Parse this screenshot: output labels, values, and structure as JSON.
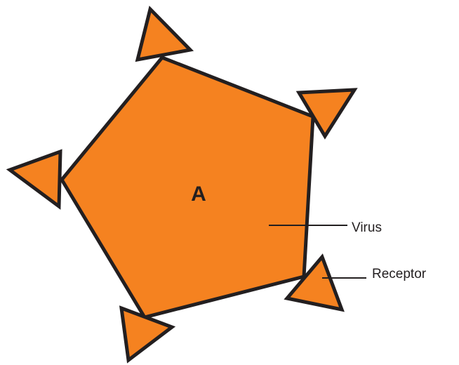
{
  "diagram": {
    "center_label": "A",
    "labels": {
      "virus": "Virus",
      "receptor": "Receptor"
    },
    "colors": {
      "fill": "#f58220",
      "outline": "#231f20",
      "background": "#ffffff"
    },
    "parts": {
      "virus_body": "pentagon",
      "receptor_count": 5,
      "receptor_shape": "triangle"
    }
  }
}
